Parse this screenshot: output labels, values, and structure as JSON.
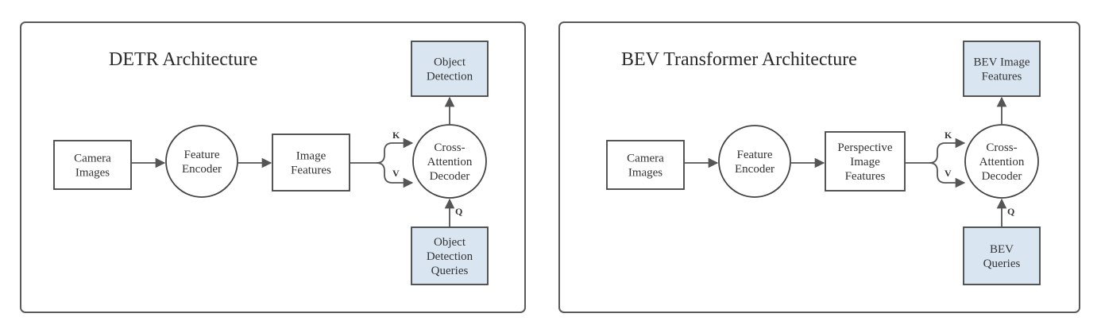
{
  "diagrams": [
    {
      "title": "DETR Architecture",
      "camera": "Camera\nImages",
      "encoder": "Feature\nEncoder",
      "features": "Image\nFeatures",
      "decoder": "Cross-\nAttention\nDecoder",
      "output": "Object\nDetection",
      "queries": "Object\nDetection\nQueries",
      "key_label": "K",
      "value_label": "V",
      "query_label": "Q"
    },
    {
      "title": "BEV Transformer Architecture",
      "camera": "Camera\nImages",
      "encoder": "Feature\nEncoder",
      "features": "Perspective\nImage\nFeatures",
      "decoder": "Cross-\nAttention\nDecoder",
      "output": "BEV Image\nFeatures",
      "queries": "BEV\nQueries",
      "key_label": "K",
      "value_label": "V",
      "query_label": "Q"
    }
  ],
  "colors": {
    "highlight_box": "#d9e6f2",
    "stroke": "#444444"
  }
}
